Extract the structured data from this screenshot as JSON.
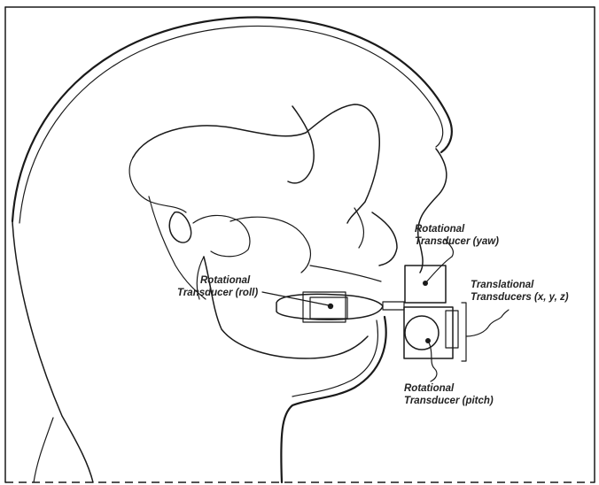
{
  "figure": {
    "labels": {
      "yaw_1": "Rotational",
      "yaw_2": "Transducer (yaw)",
      "roll_1": "Rotational",
      "roll_2": "Transducer (roll)",
      "trans_1": "Translational",
      "trans_2": "Transducers (x, y, z)",
      "pitch_1": "Rotational",
      "pitch_2": "Transducer (pitch)"
    }
  }
}
